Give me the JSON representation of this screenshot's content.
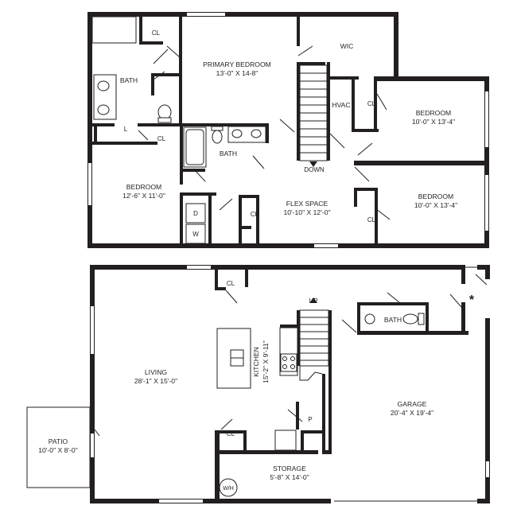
{
  "upper_floor": {
    "primary_bedroom": {
      "name": "PRIMARY BEDROOM",
      "dims": "13'-0\" X 14-8\""
    },
    "wic": "WIC",
    "cl_top": "CL",
    "bath_primary": "BATH",
    "linen": "L",
    "cl_hall": "CL",
    "bath_hall": "BATH",
    "hvac": "HVAC",
    "cl_bed2": "CL",
    "bedroom_ne": {
      "name": "BEDROOM",
      "dims": "10'-0\" X 13'-4\""
    },
    "bedroom_w": {
      "name": "BEDROOM",
      "dims": "12'-6\" X 11'-0\""
    },
    "dryer": "D",
    "washer": "W",
    "cl_flex": "CL",
    "flex_space": {
      "name": "FLEX SPACE",
      "dims": "10'-10\" X 12'-0\""
    },
    "cl_bed3": "CL",
    "bedroom_se": {
      "name": "BEDROOM",
      "dims": "10'-0\" X 13'-4\""
    },
    "stair_down": "DOWN"
  },
  "lower_floor": {
    "cl_living": "CL",
    "stair_up": "UP",
    "living": {
      "name": "LIVING",
      "dims": "28'-1\" X 15'-0\""
    },
    "kitchen": {
      "name": "KITCHEN",
      "dims": "15'-2\" X 9'-11\""
    },
    "bath": "BATH",
    "asterisk": "*",
    "garage": {
      "name": "GARAGE",
      "dims": "20'-4\" X 19'-4\""
    },
    "pantry": "P",
    "cl_storage": "CL",
    "patio": {
      "name": "PATIO",
      "dims": "10'-0\" X 8'-0\""
    },
    "storage": {
      "name": "STORAGE",
      "dims": "5'-8\" X 14'-0\""
    },
    "water_heater": "W/H"
  }
}
